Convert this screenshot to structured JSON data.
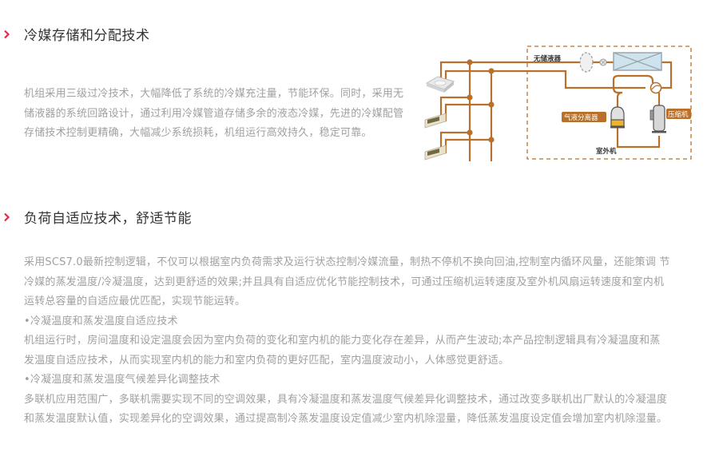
{
  "sections": [
    {
      "title": "冷媒存储和分配技术",
      "paragraph_lines": [
        "机组采用三级过冷技术，大幅降低了系统的冷媒充注量，节能环保。同时，采用无",
        "储液器的系统回路设计，通过利用冷媒管道存储多余的液态冷媒，先进的冷媒配管",
        "存储技术控制更精确，大幅减少系统损耗，机组运行高效持久，稳定可靠。"
      ],
      "diagram": {
        "labels": {
          "no_receiver": "无储液器",
          "gas_liquid_separator": "气液分离器",
          "compressor": "压缩机",
          "outdoor_unit": "室外机"
        }
      }
    },
    {
      "title": "负荷自适应技术，舒适节能",
      "paragraph_lines": [
        "采用SCS7.0最新控制逻辑，不仅可以根据室内负荷需求及运行状态控制冷媒流量，制热不停机不换向回油,控制室内循环风量，还能策调 节",
        "冷媒的蒸发温度/冷凝温度，达到更舒适的效果;并且具有自适应优化节能控制技术，可通过压缩机运转速度及室外机风扇运转速度和室内机",
        "运转总容量的自适应最优匹配，实现节能运转。",
        "•冷凝温度和蒸发温度自适应技术",
        "机组运行时，房间温度和设定温度会因为室内负荷的变化和室内机的能力变化存在差异，从而产生波动;本产品控制逻辑具有冷凝温度和蒸",
        "发温度自适应技术，从而实现室内机的能力和室内负荷的更好匹配，室内温度波动小，人体感觉更舒适。",
        "•冷凝温度和蒸发温度气候差异化调整技术",
        "多联机应用范围广，多联机需要实现不同的空调效果，具有冷凝温度和蒸发温度气候差异化调整技术，通过改变多联机出厂默认的冷凝温度",
        "和蒸发温度默认值，实现差异化的空调效果，通过提高制冷蒸发温度设定值减少室内机除湿量，降低蒸发温度设定值会增加室内机除湿量。"
      ]
    }
  ],
  "colors": {
    "accent": "#e2294f",
    "title": "#333333",
    "body_text": "#a0a0a0",
    "pipe": "#b8712d",
    "label_bg": "#b8712d"
  }
}
